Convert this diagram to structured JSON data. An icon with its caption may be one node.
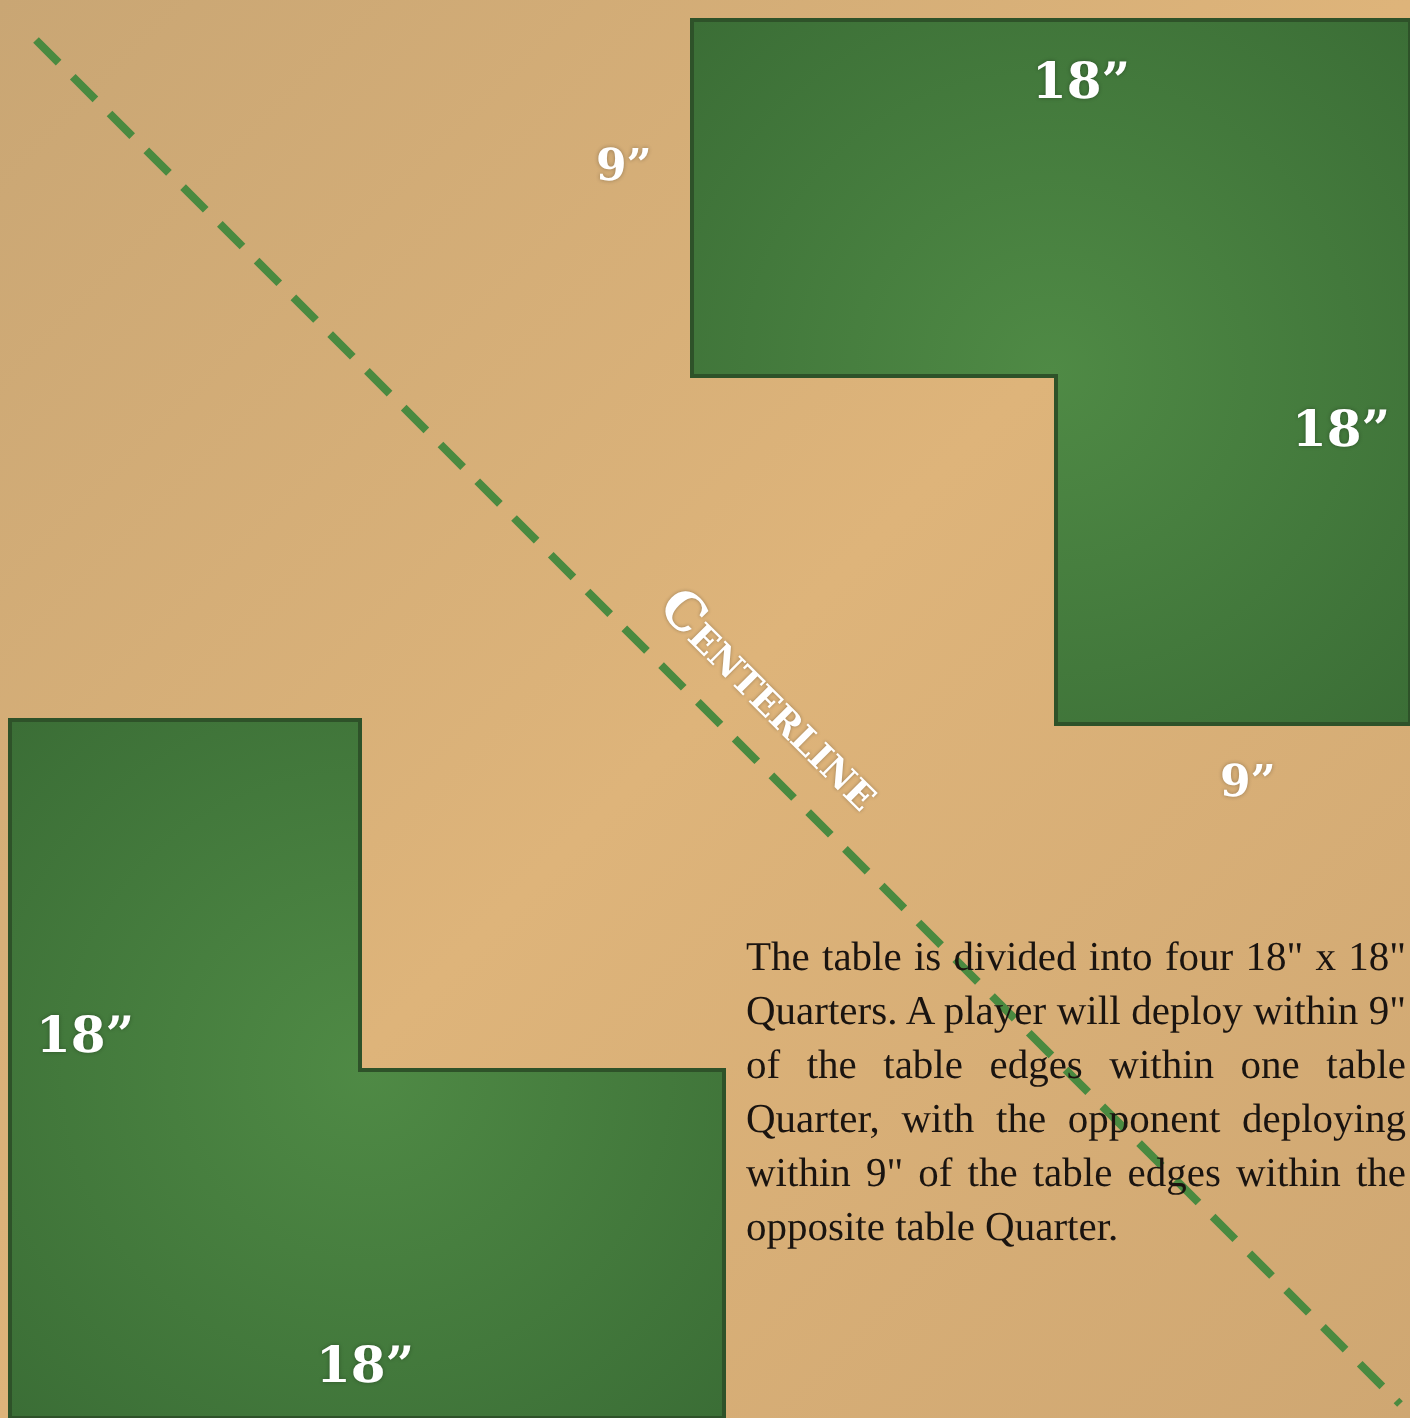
{
  "diagram": {
    "labels": [
      "18”",
      "9”",
      "18”",
      "Centerline",
      "9”",
      "The table is divided into four 18\" x 18\" Quarters. A player will deploy within 9\" of the table edges within one table Quarter, with the opponent deploying within 9\" of the table edges within the opposite table Quarter.",
      "18”",
      "18”"
    ]
  }
}
